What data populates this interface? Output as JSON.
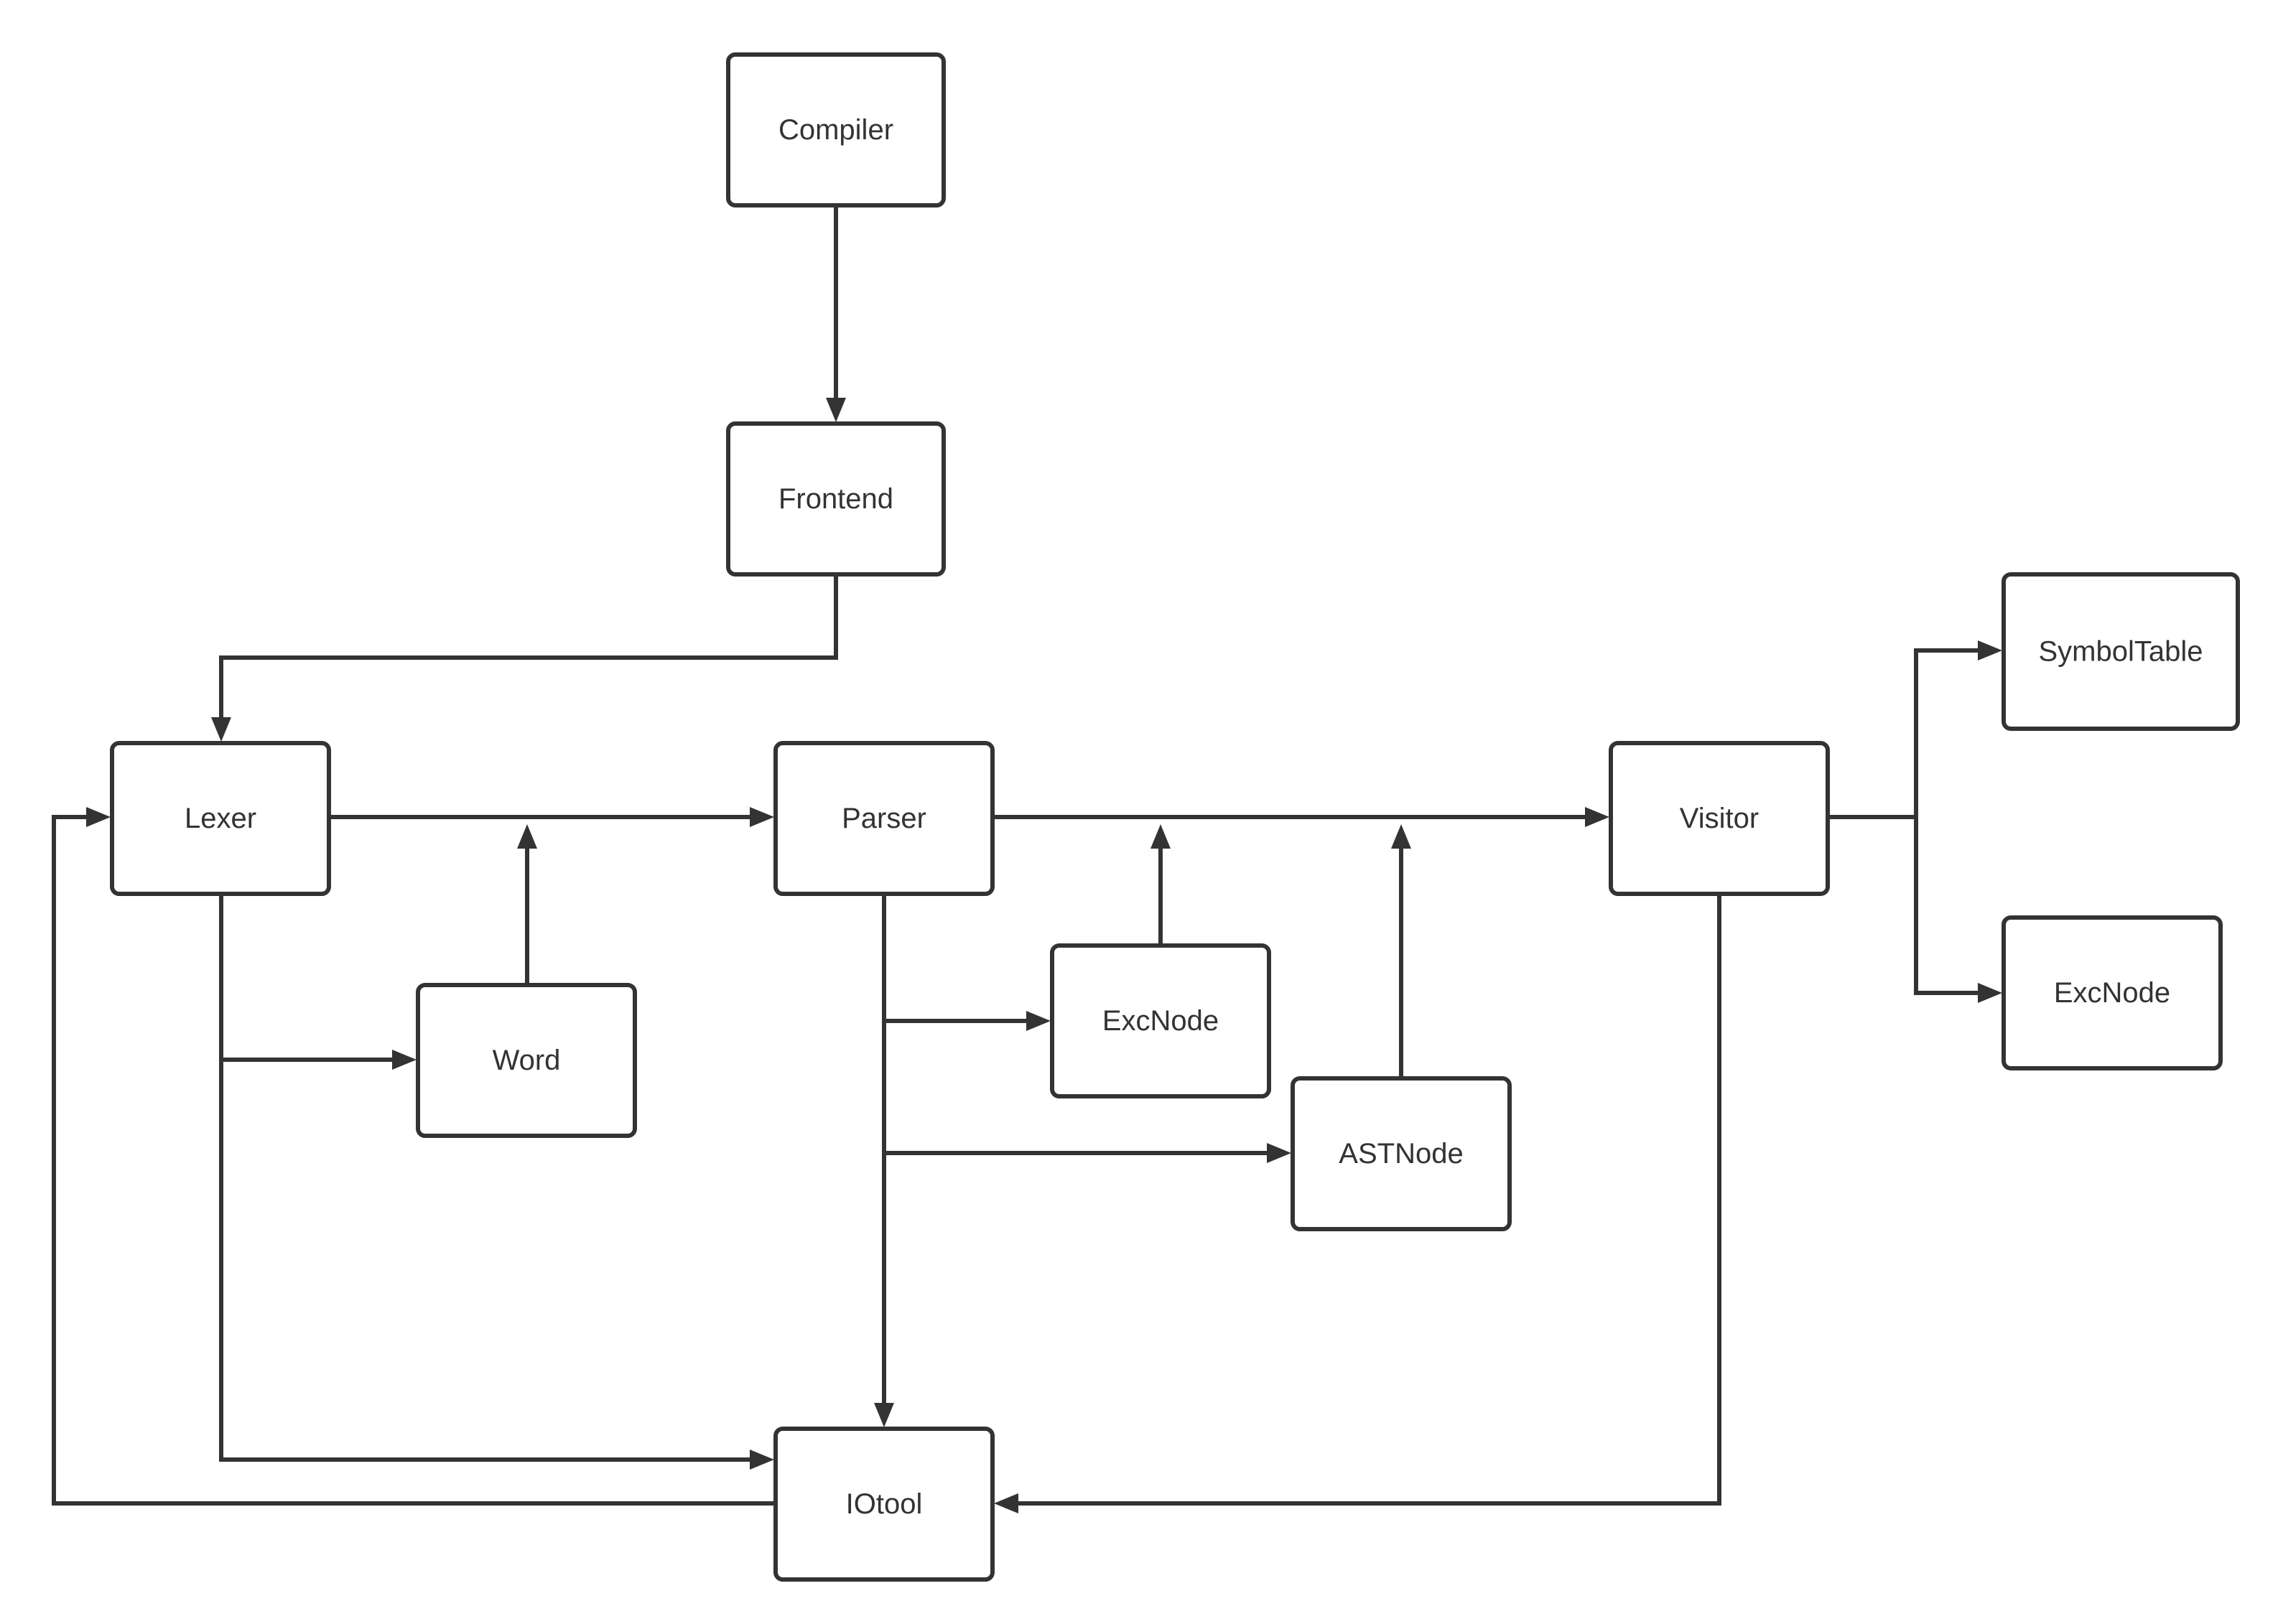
{
  "diagram": {
    "colors": {
      "stroke": "#333333",
      "fill": "#ffffff",
      "text": "#333333"
    },
    "nodes": [
      {
        "id": "compiler",
        "label": "Compiler"
      },
      {
        "id": "frontend",
        "label": "Frontend"
      },
      {
        "id": "lexer",
        "label": "Lexer"
      },
      {
        "id": "parser",
        "label": "Parser"
      },
      {
        "id": "visitor",
        "label": "Visitor"
      },
      {
        "id": "symboltable",
        "label": "SymbolTable"
      },
      {
        "id": "excnode_visitor",
        "label": "ExcNode"
      },
      {
        "id": "word",
        "label": "Word"
      },
      {
        "id": "excnode_parser",
        "label": "ExcNode"
      },
      {
        "id": "astnode",
        "label": "ASTNode"
      },
      {
        "id": "iotool",
        "label": "IOtool"
      }
    ],
    "edges": [
      {
        "from": "compiler",
        "to": "frontend"
      },
      {
        "from": "frontend",
        "to": "lexer"
      },
      {
        "from": "lexer",
        "to": "parser"
      },
      {
        "from": "parser",
        "to": "visitor"
      },
      {
        "from": "visitor",
        "to": "symboltable"
      },
      {
        "from": "visitor",
        "to": "excnode_visitor"
      },
      {
        "from": "lexer",
        "to": "word"
      },
      {
        "from": "word",
        "to": "lexer-parser-link"
      },
      {
        "from": "parser",
        "to": "excnode_parser"
      },
      {
        "from": "parser",
        "to": "astnode"
      },
      {
        "from": "excnode_parser",
        "to": "parser-visitor-link"
      },
      {
        "from": "astnode",
        "to": "parser-visitor-link"
      },
      {
        "from": "lexer",
        "to": "iotool"
      },
      {
        "from": "parser",
        "to": "iotool"
      },
      {
        "from": "visitor",
        "to": "iotool"
      },
      {
        "from": "iotool",
        "to": "lexer"
      }
    ]
  }
}
